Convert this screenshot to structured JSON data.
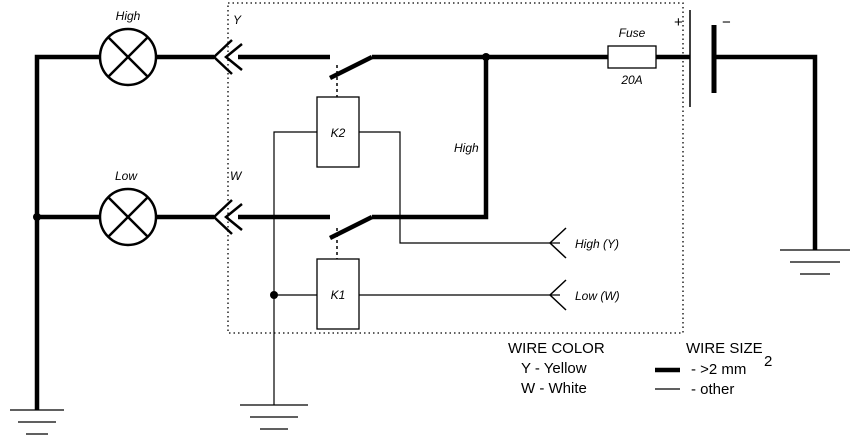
{
  "lamps": {
    "high_label": "High",
    "low_label": "Low"
  },
  "connectors": {
    "y_label": "Y",
    "w_label": "W"
  },
  "relays": {
    "k1_label": "K1",
    "k2_label": "K2"
  },
  "fuse": {
    "label": "Fuse",
    "rating": "20A"
  },
  "battery": {
    "plus": "+",
    "minus": "−"
  },
  "wires": {
    "high_label": "High"
  },
  "inputs": {
    "high": "High (Y)",
    "low": "Low (W)"
  },
  "legend": {
    "color_title": "WIRE COLOR",
    "color_y": "Y - Yellow",
    "color_w": "W - White",
    "size_title": "WIRE SIZE",
    "size_thick": "- >2 mm",
    "size_thick_sup": "2",
    "size_thin": "-  other"
  }
}
